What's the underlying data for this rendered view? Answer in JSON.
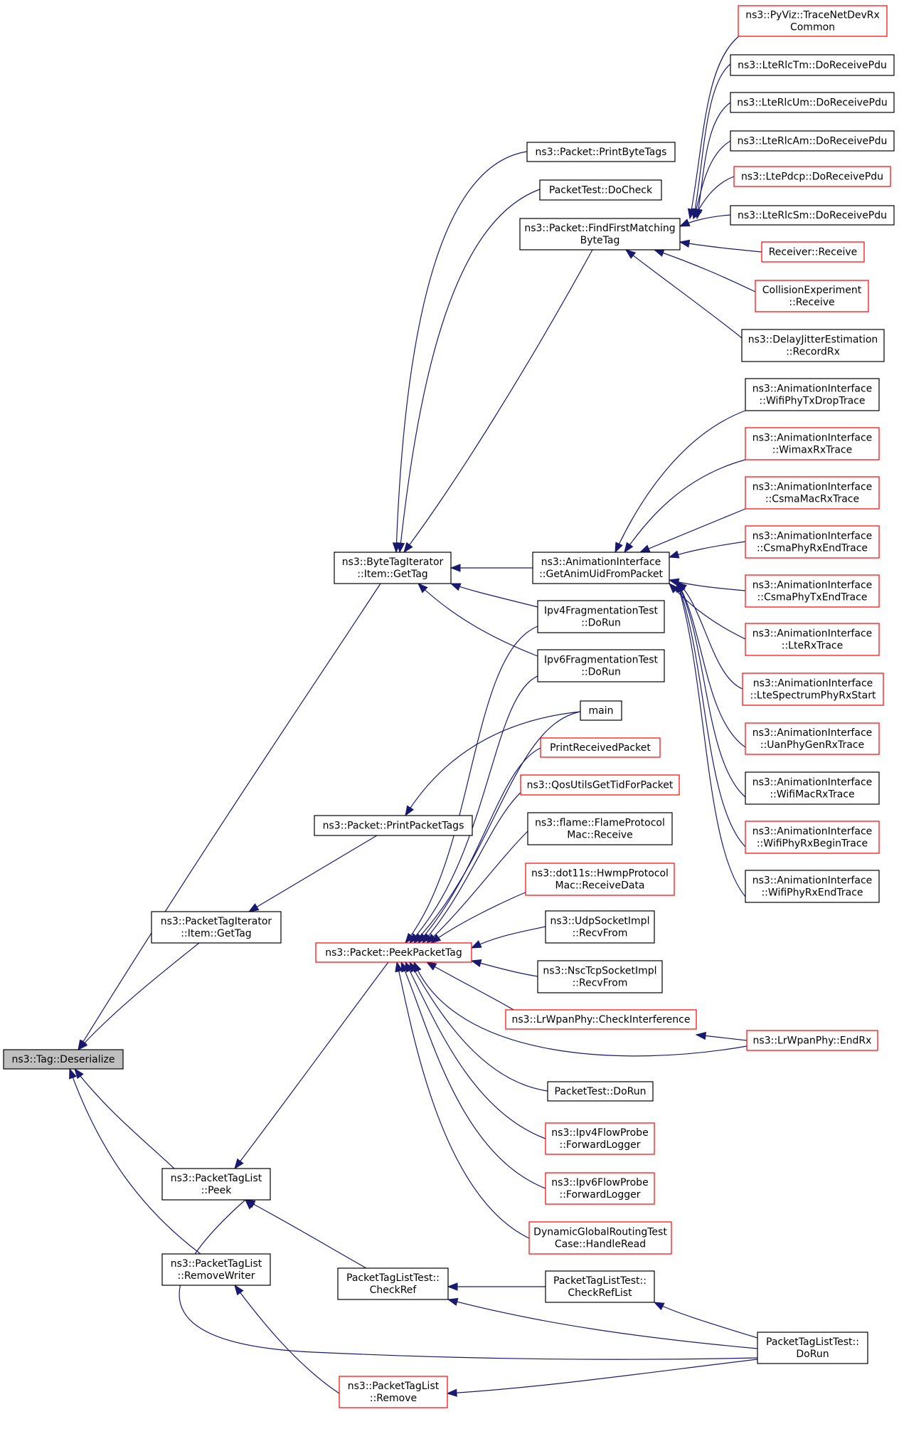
{
  "nodes": [
    {
      "id": "n0",
      "lines": [
        "ns3::Tag::Deserialize"
      ],
      "color": "root"
    },
    {
      "id": "n1",
      "lines": [
        "ns3::ByteTagIterator",
        "::Item::GetTag"
      ],
      "color": "black"
    },
    {
      "id": "n2",
      "lines": [
        "ns3::PacketTagIterator",
        "::Item::GetTag"
      ],
      "color": "black"
    },
    {
      "id": "n3",
      "lines": [
        "ns3::PacketTagList",
        "::Peek"
      ],
      "color": "black"
    },
    {
      "id": "n4",
      "lines": [
        "ns3::PacketTagList",
        "::RemoveWriter"
      ],
      "color": "black"
    },
    {
      "id": "n5",
      "lines": [
        "ns3::Packet::PrintByteTags"
      ],
      "color": "black"
    },
    {
      "id": "n6",
      "lines": [
        "PacketTest::DoCheck"
      ],
      "color": "black"
    },
    {
      "id": "n7",
      "lines": [
        "ns3::Packet::FindFirstMatching",
        "ByteTag"
      ],
      "color": "black"
    },
    {
      "id": "n8",
      "lines": [
        "ns3::AnimationInterface",
        "::GetAnimUidFromPacket"
      ],
      "color": "black"
    },
    {
      "id": "n9",
      "lines": [
        "Ipv4FragmentationTest",
        "::DoRun"
      ],
      "color": "black"
    },
    {
      "id": "n10",
      "lines": [
        "Ipv6FragmentationTest",
        "::DoRun"
      ],
      "color": "black"
    },
    {
      "id": "n11",
      "lines": [
        "main"
      ],
      "color": "black"
    },
    {
      "id": "n12",
      "lines": [
        "ns3::Packet::PrintPacketTags"
      ],
      "color": "black"
    },
    {
      "id": "n13",
      "lines": [
        "ns3::Packet::PeekPacketTag"
      ],
      "color": "red"
    },
    {
      "id": "n14",
      "lines": [
        "PacketTagListTest::",
        "CheckRef"
      ],
      "color": "black"
    },
    {
      "id": "n15",
      "lines": [
        "ns3::PacketTagList",
        "::Remove"
      ],
      "color": "red"
    },
    {
      "id": "n16",
      "lines": [
        "ns3::PyViz::TraceNetDevRx",
        "Common"
      ],
      "color": "red"
    },
    {
      "id": "n17",
      "lines": [
        "ns3::LteRlcTm::DoReceivePdu"
      ],
      "color": "black"
    },
    {
      "id": "n18",
      "lines": [
        "ns3::LteRlcUm::DoReceivePdu"
      ],
      "color": "black"
    },
    {
      "id": "n19",
      "lines": [
        "ns3::LteRlcAm::DoReceivePdu"
      ],
      "color": "black"
    },
    {
      "id": "n20",
      "lines": [
        "ns3::LtePdcp::DoReceivePdu"
      ],
      "color": "red"
    },
    {
      "id": "n21",
      "lines": [
        "ns3::LteRlcSm::DoReceivePdu"
      ],
      "color": "black"
    },
    {
      "id": "n22",
      "lines": [
        "Receiver::Receive"
      ],
      "color": "red"
    },
    {
      "id": "n23",
      "lines": [
        "CollisionExperiment",
        "::Receive"
      ],
      "color": "red"
    },
    {
      "id": "n24",
      "lines": [
        "ns3::DelayJitterEstimation",
        "::RecordRx"
      ],
      "color": "black"
    },
    {
      "id": "n25",
      "lines": [
        "ns3::AnimationInterface",
        "::WifiPhyTxDropTrace"
      ],
      "color": "black"
    },
    {
      "id": "n26",
      "lines": [
        "ns3::AnimationInterface",
        "::WimaxRxTrace"
      ],
      "color": "red"
    },
    {
      "id": "n27",
      "lines": [
        "ns3::AnimationInterface",
        "::CsmaMacRxTrace"
      ],
      "color": "red"
    },
    {
      "id": "n28",
      "lines": [
        "ns3::AnimationInterface",
        "::CsmaPhyRxEndTrace"
      ],
      "color": "red"
    },
    {
      "id": "n29",
      "lines": [
        "ns3::AnimationInterface",
        "::CsmaPhyTxEndTrace"
      ],
      "color": "red"
    },
    {
      "id": "n30",
      "lines": [
        "ns3::AnimationInterface",
        "::LteRxTrace"
      ],
      "color": "red"
    },
    {
      "id": "n31",
      "lines": [
        "ns3::AnimationInterface",
        "::LteSpectrumPhyRxStart"
      ],
      "color": "red"
    },
    {
      "id": "n32",
      "lines": [
        "ns3::AnimationInterface",
        "::UanPhyGenRxTrace"
      ],
      "color": "red"
    },
    {
      "id": "n33",
      "lines": [
        "ns3::AnimationInterface",
        "::WifiMacRxTrace"
      ],
      "color": "black"
    },
    {
      "id": "n34",
      "lines": [
        "ns3::AnimationInterface",
        "::WifiPhyRxBeginTrace"
      ],
      "color": "red"
    },
    {
      "id": "n35",
      "lines": [
        "ns3::AnimationInterface",
        "::WifiPhyRxEndTrace"
      ],
      "color": "black"
    },
    {
      "id": "n36",
      "lines": [
        "PrintReceivedPacket"
      ],
      "color": "red"
    },
    {
      "id": "n37",
      "lines": [
        "ns3::QosUtilsGetTidForPacket"
      ],
      "color": "red"
    },
    {
      "id": "n38",
      "lines": [
        "ns3::flame::FlameProtocol",
        "Mac::Receive"
      ],
      "color": "black"
    },
    {
      "id": "n39",
      "lines": [
        "ns3::dot11s::HwmpProtocol",
        "Mac::ReceiveData"
      ],
      "color": "red"
    },
    {
      "id": "n40",
      "lines": [
        "ns3::UdpSocketImpl",
        "::RecvFrom"
      ],
      "color": "black"
    },
    {
      "id": "n41",
      "lines": [
        "ns3::NscTcpSocketImpl",
        "::RecvFrom"
      ],
      "color": "black"
    },
    {
      "id": "n42",
      "lines": [
        "ns3::LrWpanPhy::CheckInterference"
      ],
      "color": "red"
    },
    {
      "id": "n43",
      "lines": [
        "ns3::LrWpanPhy::EndRx"
      ],
      "color": "red"
    },
    {
      "id": "n44",
      "lines": [
        "PacketTest::DoRun"
      ],
      "color": "black"
    },
    {
      "id": "n45",
      "lines": [
        "ns3::Ipv4FlowProbe",
        "::ForwardLogger"
      ],
      "color": "red"
    },
    {
      "id": "n46",
      "lines": [
        "ns3::Ipv6FlowProbe",
        "::ForwardLogger"
      ],
      "color": "red"
    },
    {
      "id": "n47",
      "lines": [
        "DynamicGlobalRoutingTest",
        "Case::HandleRead"
      ],
      "color": "red"
    },
    {
      "id": "n48",
      "lines": [
        "PacketTagListTest::",
        "CheckRefList"
      ],
      "color": "black"
    },
    {
      "id": "n49",
      "lines": [
        "PacketTagListTest::",
        "DoRun"
      ],
      "color": "black"
    }
  ],
  "edges": [
    {
      "from": "n1",
      "to": "n0"
    },
    {
      "from": "n2",
      "to": "n0"
    },
    {
      "from": "n3",
      "to": "n0"
    },
    {
      "from": "n4",
      "to": "n0"
    },
    {
      "from": "n5",
      "to": "n1"
    },
    {
      "from": "n6",
      "to": "n1"
    },
    {
      "from": "n7",
      "to": "n1"
    },
    {
      "from": "n8",
      "to": "n1"
    },
    {
      "from": "n9",
      "to": "n1"
    },
    {
      "from": "n10",
      "to": "n1"
    },
    {
      "from": "n12",
      "to": "n2"
    },
    {
      "from": "n13",
      "to": "n3"
    },
    {
      "from": "n14",
      "to": "n3"
    },
    {
      "from": "n49",
      "to": "n3"
    },
    {
      "from": "n15",
      "to": "n4"
    },
    {
      "from": "n16",
      "to": "n7"
    },
    {
      "from": "n17",
      "to": "n7"
    },
    {
      "from": "n18",
      "to": "n7"
    },
    {
      "from": "n19",
      "to": "n7"
    },
    {
      "from": "n20",
      "to": "n7"
    },
    {
      "from": "n21",
      "to": "n7"
    },
    {
      "from": "n22",
      "to": "n7"
    },
    {
      "from": "n23",
      "to": "n7"
    },
    {
      "from": "n24",
      "to": "n7"
    },
    {
      "from": "n25",
      "to": "n8"
    },
    {
      "from": "n26",
      "to": "n8"
    },
    {
      "from": "n27",
      "to": "n8"
    },
    {
      "from": "n28",
      "to": "n8"
    },
    {
      "from": "n29",
      "to": "n8"
    },
    {
      "from": "n30",
      "to": "n8"
    },
    {
      "from": "n31",
      "to": "n8"
    },
    {
      "from": "n32",
      "to": "n8"
    },
    {
      "from": "n33",
      "to": "n8"
    },
    {
      "from": "n34",
      "to": "n8"
    },
    {
      "from": "n35",
      "to": "n8"
    },
    {
      "from": "n11",
      "to": "n12"
    },
    {
      "from": "n9",
      "to": "n13"
    },
    {
      "from": "n10",
      "to": "n13"
    },
    {
      "from": "n11",
      "to": "n13"
    },
    {
      "from": "n36",
      "to": "n13"
    },
    {
      "from": "n37",
      "to": "n13"
    },
    {
      "from": "n38",
      "to": "n13"
    },
    {
      "from": "n39",
      "to": "n13"
    },
    {
      "from": "n40",
      "to": "n13"
    },
    {
      "from": "n41",
      "to": "n13"
    },
    {
      "from": "n42",
      "to": "n13"
    },
    {
      "from": "n43",
      "to": "n13"
    },
    {
      "from": "n44",
      "to": "n13"
    },
    {
      "from": "n45",
      "to": "n13"
    },
    {
      "from": "n46",
      "to": "n13"
    },
    {
      "from": "n47",
      "to": "n13"
    },
    {
      "from": "n43",
      "to": "n42"
    },
    {
      "from": "n48",
      "to": "n14"
    },
    {
      "from": "n49",
      "to": "n14"
    },
    {
      "from": "n49",
      "to": "n48"
    },
    {
      "from": "n49",
      "to": "n15"
    }
  ]
}
